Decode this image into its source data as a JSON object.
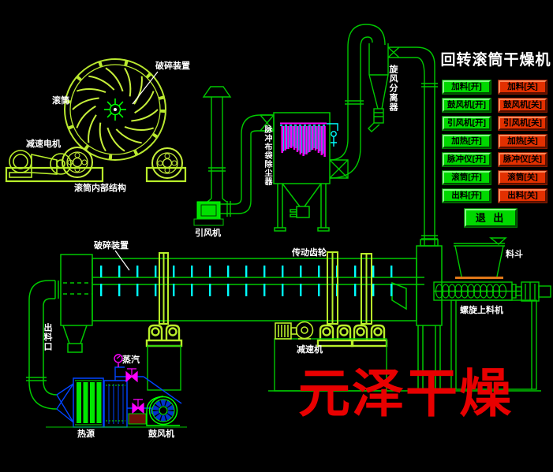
{
  "title": "回转滚筒干燥机",
  "watermark": "元泽干燥",
  "colors": {
    "background": "#000000",
    "line_green": "#00c800",
    "bright_green": "#00ff00",
    "chartreuse": "#c6ef3a",
    "cyan": "#00ffff",
    "magenta": "#ff00ff",
    "blue": "#0044ff",
    "orange": "#e07818",
    "button_on_green": "#00d800",
    "button_off_red": "#e23000",
    "watermark_red": "#e80000",
    "label_white": "#ffffff"
  },
  "controls": {
    "exit_label": "退 出",
    "rows": [
      {
        "on": "加料[开]",
        "off": "加料[关]"
      },
      {
        "on": "鼓风机[开]",
        "off": "鼓风机[关]"
      },
      {
        "on": "引风机[开]",
        "off": "引风机[关]"
      },
      {
        "on": "加热[开]",
        "off": "加热[关]"
      },
      {
        "on": "脉冲仪[开]",
        "off": "脉冲仪[关]"
      },
      {
        "on": "滚筒[开]",
        "off": "滚筒[关]"
      },
      {
        "on": "出料[开]",
        "off": "出料[关]"
      }
    ]
  },
  "labels": {
    "crusher_top": "破碎装置",
    "drum": "滚筒",
    "gear_motor": "减速电机",
    "drum_internal": "滚筒内部结构",
    "pulse_bag_filter": "脉冲布袋除尘器",
    "cyclone": "旋风分离器",
    "induced_fan": "引风机",
    "crusher_bottom": "破碎装置",
    "discharge_port": "出料口",
    "drive_gear": "传动齿轮",
    "reducer": "减速机",
    "steam": "蒸汽",
    "heat_source": "热源",
    "blower": "鼓风机",
    "hopper": "料斗",
    "screw_feeder": "螺旋上料机"
  }
}
